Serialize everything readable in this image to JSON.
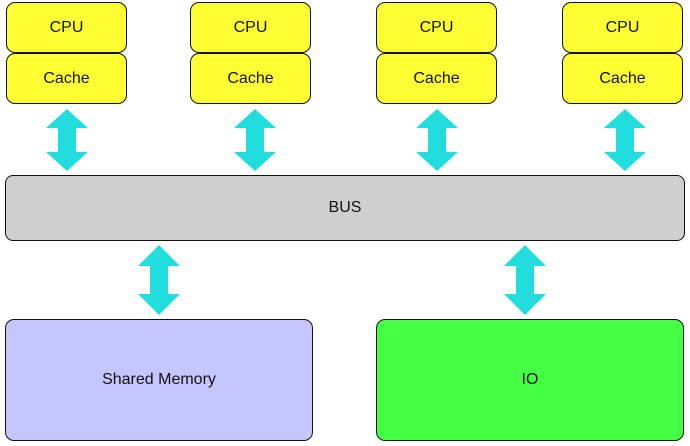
{
  "diagram": {
    "cpus": [
      {
        "cpu_label": "CPU",
        "cache_label": "Cache"
      },
      {
        "cpu_label": "CPU",
        "cache_label": "Cache"
      },
      {
        "cpu_label": "CPU",
        "cache_label": "Cache"
      },
      {
        "cpu_label": "CPU",
        "cache_label": "Cache"
      }
    ],
    "bus_label": "BUS",
    "memory_label": "Shared Memory",
    "io_label": "IO",
    "colors": {
      "cpu_cache_fill": "#ffff33",
      "bus_fill": "#cfcfcf",
      "memory_fill": "#c6c6ff",
      "io_fill": "#44ff44",
      "arrow_fill": "#22dddd"
    },
    "arrow_icon": "double-headed-vertical-arrow"
  }
}
